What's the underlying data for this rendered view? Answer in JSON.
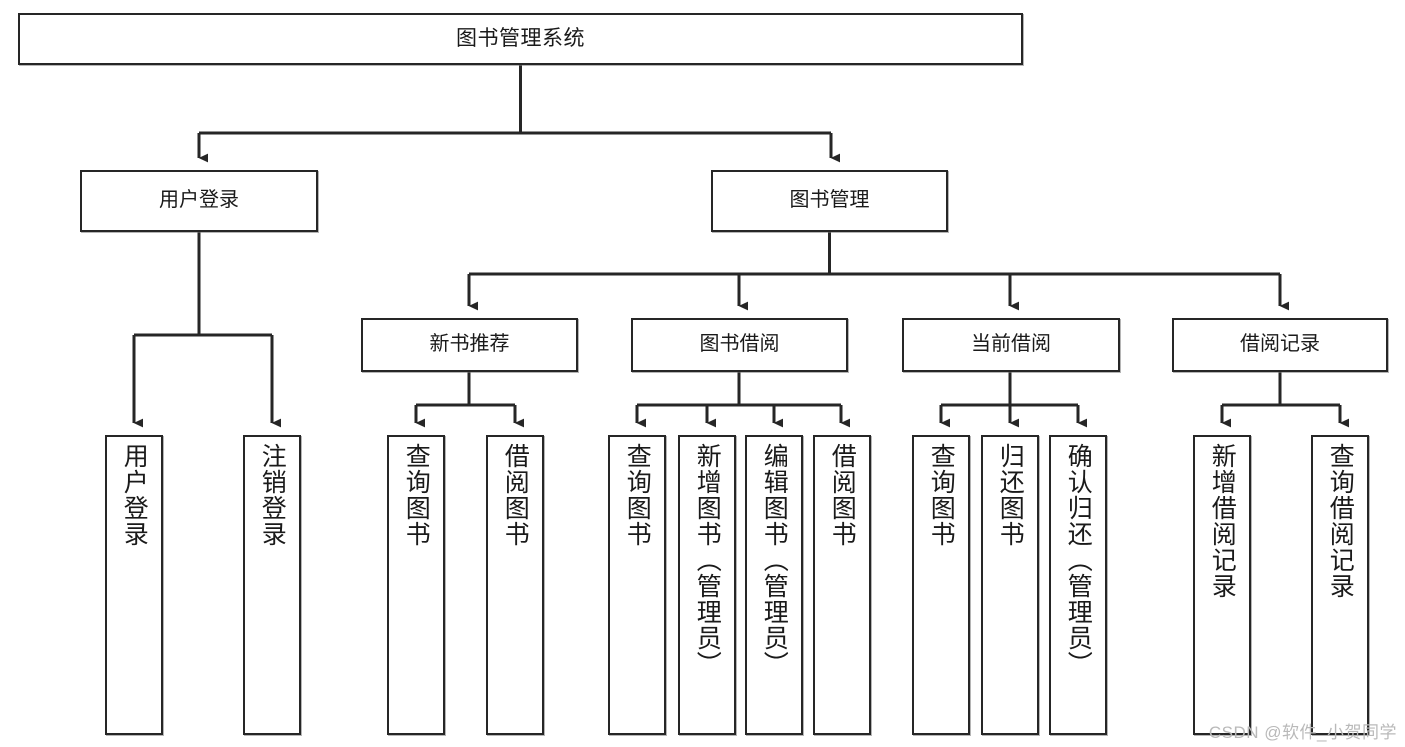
{
  "diagram": {
    "title": "图书管理系统",
    "watermark": "CSDN @软件_小贺同学",
    "root": {
      "label": "图书管理系统"
    },
    "level2": [
      {
        "label": "用户登录"
      },
      {
        "label": "图书管理"
      }
    ],
    "level3": [
      {
        "label": "新书推荐"
      },
      {
        "label": "图书借阅"
      },
      {
        "label": "当前借阅"
      },
      {
        "label": "借阅记录"
      }
    ],
    "leaves": {
      "user_login": [
        {
          "label": "用户登录"
        },
        {
          "label": "注销登录"
        }
      ],
      "new_book": [
        {
          "label": "查询图书"
        },
        {
          "label": "借阅图书"
        }
      ],
      "borrow": [
        {
          "label": "查询图书"
        },
        {
          "label": "新增图书（管理员）"
        },
        {
          "label": "编辑图书（管理员）"
        },
        {
          "label": "借阅图书"
        }
      ],
      "current": [
        {
          "label": "查询图书"
        },
        {
          "label": "归还图书"
        },
        {
          "label": "确认归还（管理员）"
        }
      ],
      "records": [
        {
          "label": "新增借阅记录"
        },
        {
          "label": "查询借阅记录"
        }
      ]
    },
    "colors": {
      "stroke": "#262626",
      "fill": "#ffffff",
      "text": "#1a1a1a",
      "watermark": "#b9b9b9"
    }
  }
}
